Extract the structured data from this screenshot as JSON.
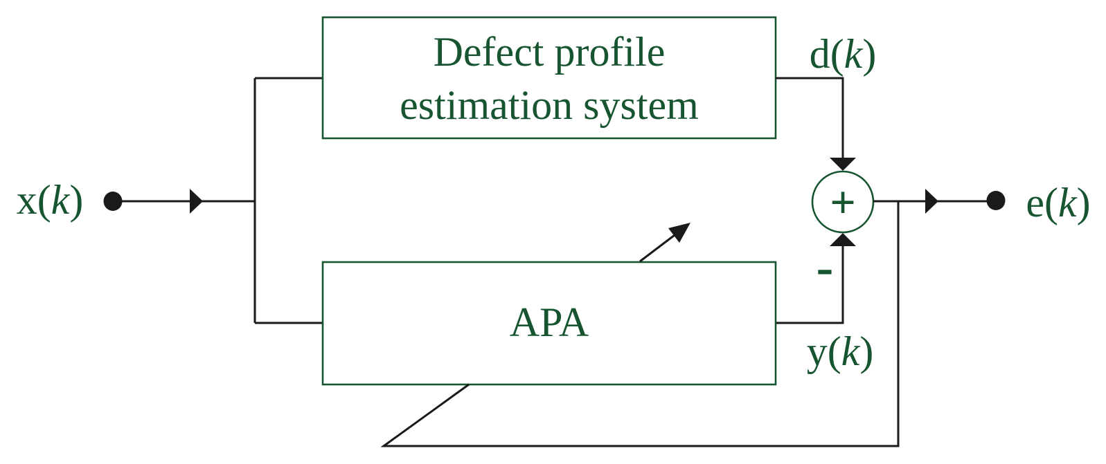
{
  "colors": {
    "accent_green": "#175430",
    "line_black": "#1a1a1a",
    "background": "#ffffff"
  },
  "blocks": {
    "defect_system": {
      "line1": "Defect profile",
      "line2": "estimation system"
    },
    "apa": {
      "label": "APA"
    }
  },
  "signals": {
    "input": {
      "prefix": "x(",
      "var": "k",
      "suffix": ")"
    },
    "desired": {
      "prefix": "d(",
      "var": "k",
      "suffix": ")"
    },
    "output": {
      "prefix": "y(",
      "var": "k",
      "suffix": ")"
    },
    "error": {
      "prefix": "e(",
      "var": "k",
      "suffix": ")"
    }
  },
  "summing_junction": {
    "plus": "+",
    "minus": "-"
  }
}
